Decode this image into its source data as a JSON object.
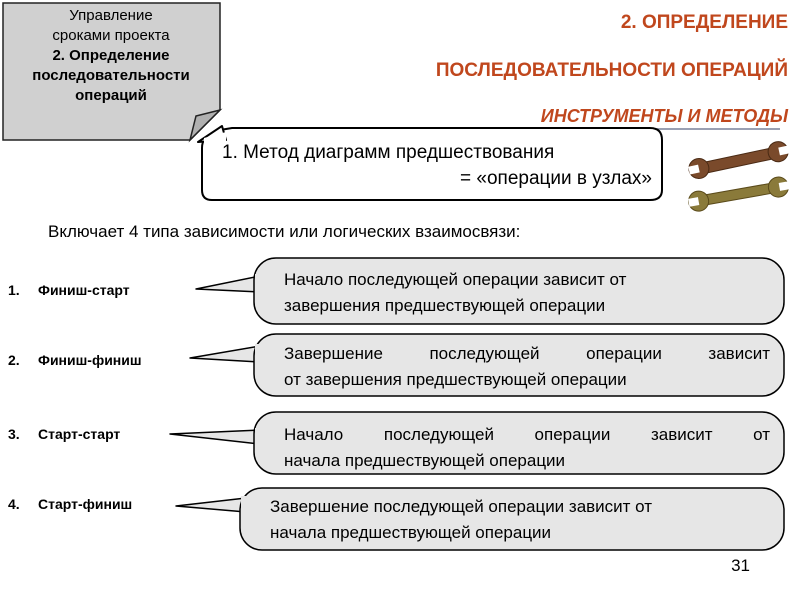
{
  "nav_note": {
    "line1": "Управление",
    "line2": "сроками проекта",
    "line3": "2. Определение",
    "line4": "последовательности",
    "line5": "операций"
  },
  "title": {
    "line1": "2. ОПРЕДЕЛЕНИЕ",
    "line2": "ПОСЛЕДОВАТЕЛЬНОСТИ ОПЕРАЦИЙ",
    "subtitle": "ИНСТРУМЕНТЫ И МЕТОДЫ"
  },
  "method": {
    "line1": "1. Метод диаграмм предшествования",
    "line2": "= «операции в узлах»"
  },
  "intro": "Включает 4 типа зависимости или логических взаимосвязи:",
  "dependencies": [
    {
      "number": "1.",
      "label": "Финиш-старт",
      "desc_line1": "Начало последующей операции зависит от",
      "desc_line2": "завершения предшествующей операции"
    },
    {
      "number": "2.",
      "label": "Финиш-финиш",
      "desc_line1": "Завершение последующей операции зависит",
      "desc_line2": "от завершения предшествующей операции"
    },
    {
      "number": "3.",
      "label": "Старт-старт",
      "desc_line1": "Начало последующей операции зависит от",
      "desc_line2": "начала предшествующей операции"
    },
    {
      "number": "4.",
      "label": "Старт-финиш",
      "desc_line1": "Завершение последующей операции зависит от",
      "desc_line2": "начала предшествующей операции"
    }
  ],
  "icons": {
    "tools": "wrench-icon"
  },
  "colors": {
    "title": "#c0471d",
    "note_fill": "#d0d0d0",
    "bubble_fill": "#e6e6e6"
  },
  "page_number": "31"
}
